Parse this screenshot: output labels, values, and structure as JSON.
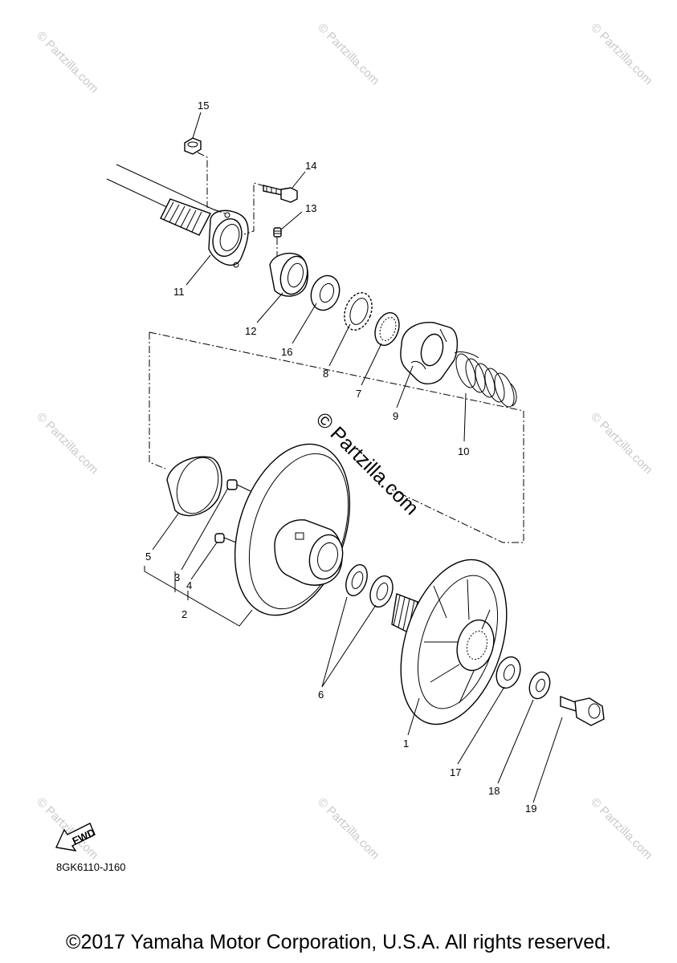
{
  "callouts": [
    "1",
    "2",
    "3",
    "4",
    "5",
    "6",
    "7",
    "8",
    "9",
    "10",
    "11",
    "12",
    "13",
    "14",
    "15",
    "16",
    "17",
    "18",
    "19"
  ],
  "watermark": {
    "small": "© Partzilla.com",
    "large": "© Partzilla.com"
  },
  "fwd_label": "FWD",
  "diagram_code": "8GK6110-J160",
  "copyright": "©2017 Yamaha Motor Corporation, U.S.A. All rights reserved."
}
